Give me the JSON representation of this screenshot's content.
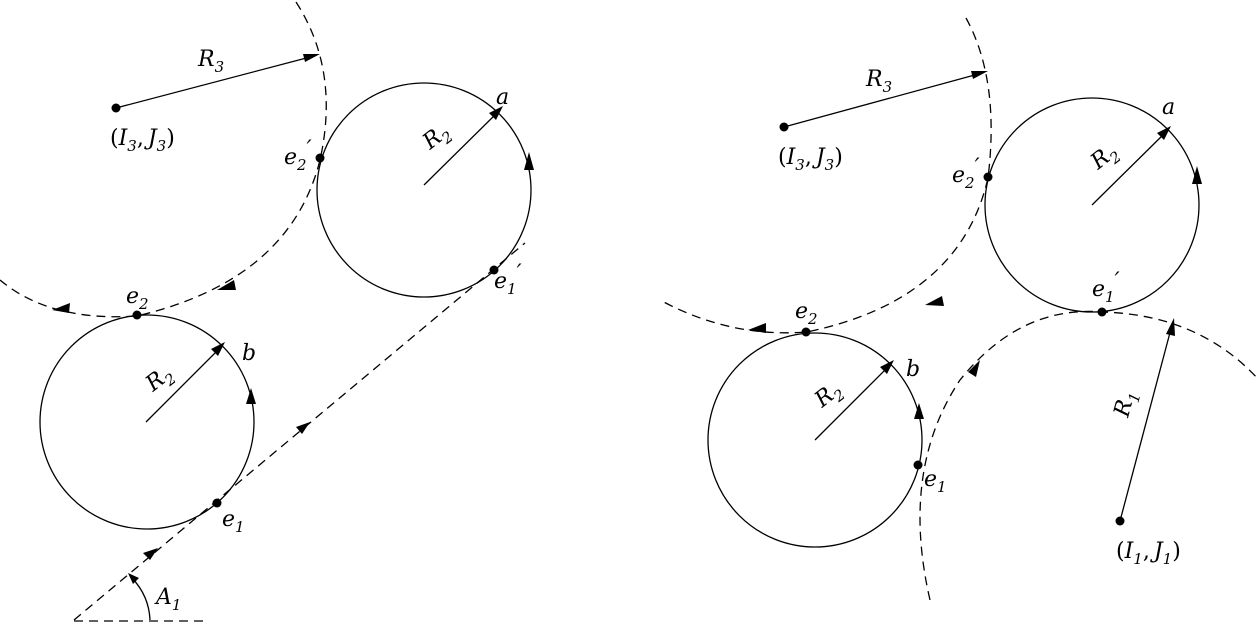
{
  "left": {
    "R3": {
      "base": "R",
      "sub": "3"
    },
    "R2_top": {
      "base": "R",
      "sub": "2"
    },
    "R2_bottom": {
      "base": "R",
      "sub": "2"
    },
    "center3": {
      "open": "(",
      "I": "I",
      "Isub": "3",
      "comma": ",",
      "J": "J",
      "Jsub": "3",
      "close": ")"
    },
    "a": "a",
    "b": "b",
    "e2p": {
      "base": "e",
      "sub": "2",
      "prime": "′"
    },
    "e1p": {
      "base": "e",
      "sub": "1",
      "prime": "′"
    },
    "e2": {
      "base": "e",
      "sub": "2"
    },
    "e1": {
      "base": "e",
      "sub": "1"
    },
    "A1": {
      "base": "A",
      "sub": "1"
    }
  },
  "right": {
    "R3": {
      "base": "R",
      "sub": "3"
    },
    "R2_top": {
      "base": "R",
      "sub": "2"
    },
    "R2_bottom": {
      "base": "R",
      "sub": "2"
    },
    "R1": {
      "base": "R",
      "sub": "1"
    },
    "center3": {
      "open": "(",
      "I": "I",
      "Isub": "3",
      "comma": ",",
      "J": "J",
      "Jsub": "3",
      "close": ")"
    },
    "center1": {
      "open": "(",
      "I": "I",
      "Isub": "1",
      "comma": ",",
      "J": "J",
      "Jsub": "1",
      "close": ")"
    },
    "a": "a",
    "b": "b",
    "e2p": {
      "base": "e",
      "sub": "2",
      "prime": "′"
    },
    "e1p": {
      "base": "e",
      "sub": "1",
      "prime": "′"
    },
    "e2": {
      "base": "e",
      "sub": "2"
    },
    "e1": {
      "base": "e",
      "sub": "1"
    }
  }
}
